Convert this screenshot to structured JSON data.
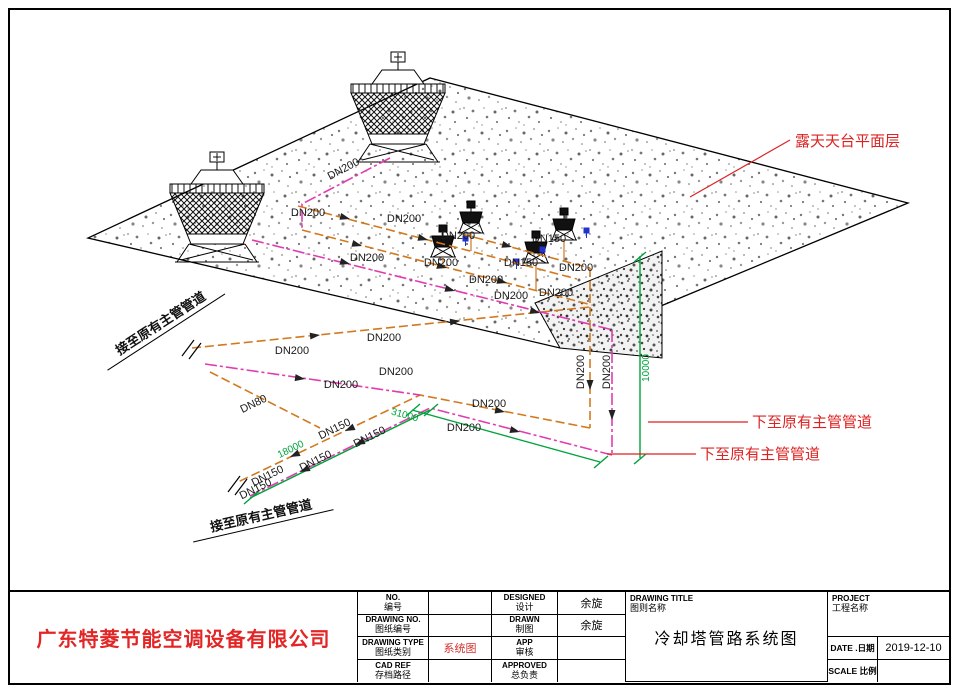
{
  "annotations": {
    "terrace_label": "露天天台平面层",
    "down_to_main_1": "下至原有主管管道",
    "down_to_main_2": "下至原有主管管道",
    "connect_left": "接至原有主管管道",
    "connect_bottom": "接至原有主管管道"
  },
  "dn_labels": [
    "DN200",
    "DN200",
    "DN200",
    "DN200",
    "DN150",
    "DN150",
    "DN200",
    "DN200",
    "DN200",
    "DN200",
    "DN200",
    "DN200",
    "DN200",
    "DN200",
    "DN200",
    "DN200",
    "DN80",
    "DN200",
    "DN200",
    "DN150",
    "DN150",
    "DN150",
    "DN150",
    "DN150",
    "DN200",
    "DN200"
  ],
  "dim_labels": [
    "10000",
    "31000",
    "18000"
  ],
  "title_block": {
    "company": "广东特菱节能空调设备有限公司",
    "no_en": "NO.",
    "no_cn": "编号",
    "drawing_no_en": "DRAWING NO.",
    "drawing_no_cn": "图纸编号",
    "drawing_type_en": "DRAWING TYPE",
    "drawing_type_cn": "图纸类别",
    "drawing_type_value": "系统图",
    "cad_ref_en": "CAD REF",
    "cad_ref_cn": "存档路径",
    "designed_en": "DESIGNED",
    "designed_cn": "设计",
    "designed_value": "余旋",
    "drawn_en": "DRAWN",
    "drawn_cn": "制图",
    "drawn_value": "余旋",
    "app_en": "APP",
    "app_cn": "审核",
    "approved_en": "APPROVED",
    "approved_cn": "总负责",
    "drawing_title_en": "DRAWING TITLE",
    "drawing_title_cn": "图则名称",
    "drawing_title_value": "冷却塔管路系统图",
    "project_en": "PROJECT",
    "project_cn": "工程名称",
    "date_label": "DATE .日期",
    "date_value": "2019-12-10",
    "scale_label": "SCALE 比例"
  }
}
